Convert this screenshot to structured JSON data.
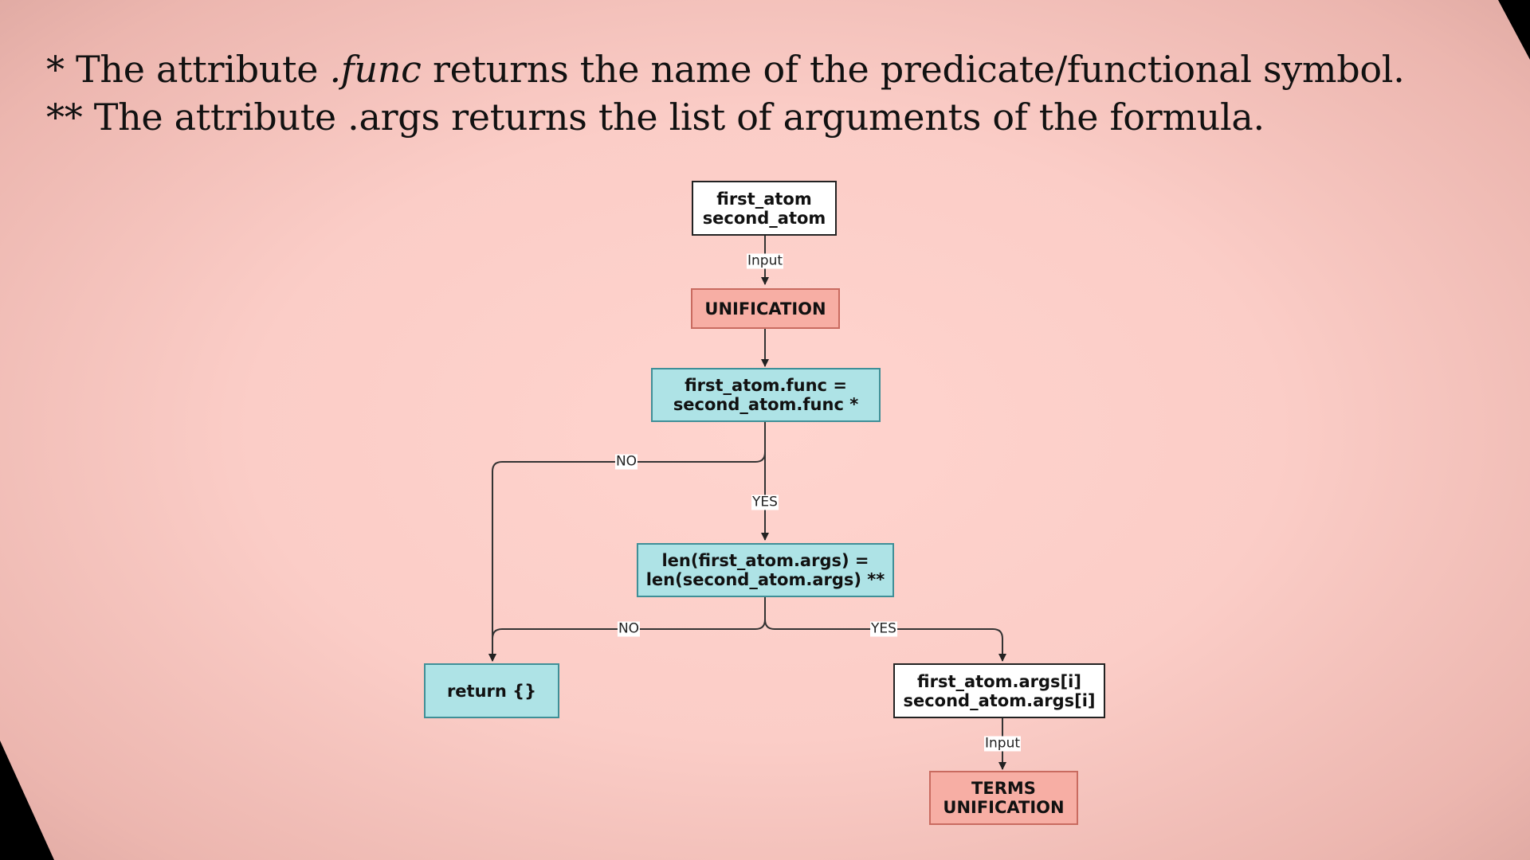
{
  "notes": {
    "line1_prefix": "* The attribute ",
    "line1_emph": ".func",
    "line1_suffix": " returns the name of the predicate/functional symbol.",
    "line2": "** The attribute .args returns the list of arguments of the formula."
  },
  "nodes": {
    "input_atoms": "first_atom\nsecond_atom",
    "unification": "UNIFICATION",
    "func_check": "first_atom.func =\nsecond_atom.func *",
    "args_check": "len(first_atom.args) =\nlen(second_atom.args) **",
    "return_empty": "return {}",
    "input_args": "first_atom.args[i]\nsecond_atom.args[i]",
    "terms_unification": "TERMS\nUNIFICATION"
  },
  "edge_labels": {
    "input_1": "Input",
    "func_no": "NO",
    "func_yes": "YES",
    "args_no": "NO",
    "args_yes": "YES",
    "input_2": "Input"
  },
  "colors": {
    "white_node": "#ffffff",
    "salmon_node": "#f7aea4",
    "cyan_node": "#aee3e6",
    "edge": "#333333"
  }
}
